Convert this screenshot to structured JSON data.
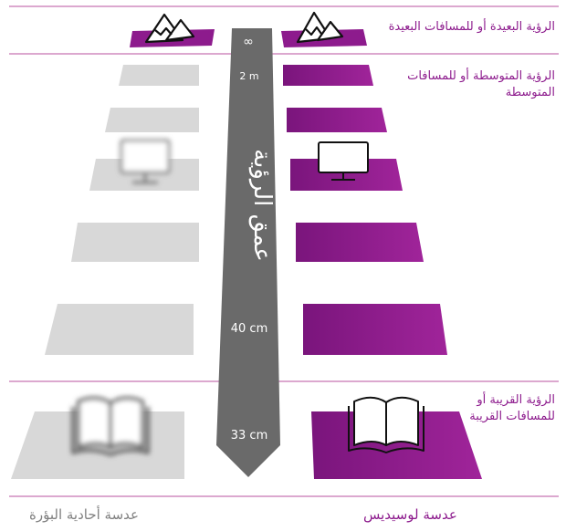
{
  "zones": {
    "far": "الرؤية البعيدة أو للمسافات البعيدة",
    "intermediate_line1": "الرؤية المتوسطة أو للمسافات",
    "intermediate_line2": "المتوسطة",
    "near_line1": "الرؤية القريبة أو",
    "near_line2": "للمسافات القريبة"
  },
  "depth_axis": {
    "title": "عمق الرؤية",
    "ticks": [
      "∞",
      "2 m",
      "40 cm",
      "33 cm"
    ]
  },
  "footer": {
    "left_lens": "عدسة أحادية البؤرة",
    "right_lens": "عدسة لوسيديس"
  },
  "colors": {
    "purple": "#8d1b8d",
    "gray": "#d6d6d6",
    "axis": "#6a6a6a",
    "line": "#b9509f",
    "footer_gray": "#808080"
  },
  "icons": [
    "mountain-icon",
    "monitor-icon",
    "book-icon"
  ]
}
